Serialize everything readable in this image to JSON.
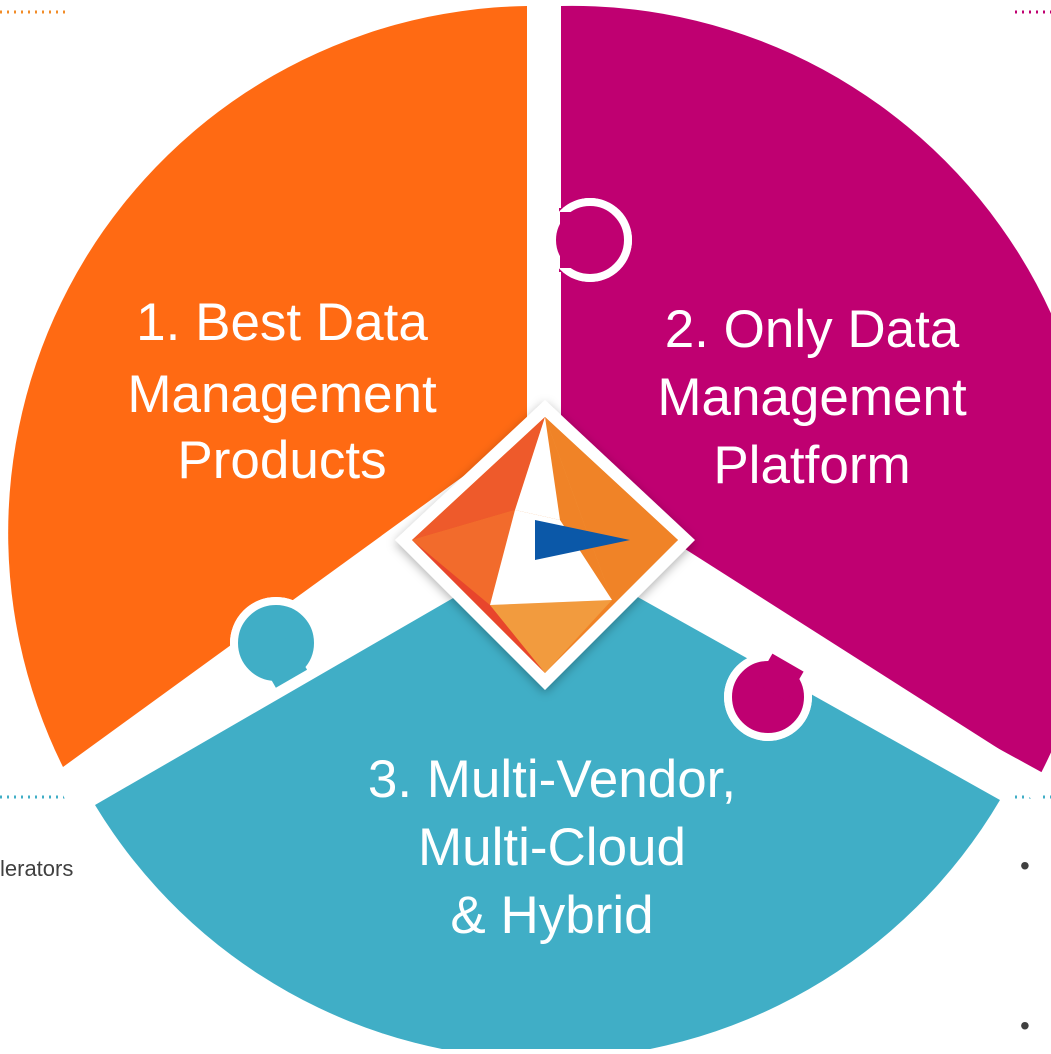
{
  "segments": [
    {
      "lines": [
        "1. Best Data",
        "Management",
        "Products"
      ],
      "color": "#FF6A13"
    },
    {
      "lines": [
        "2. Only Data",
        "Management",
        "Platform"
      ],
      "color": "#BF0071"
    },
    {
      "lines": [
        "3. Multi-Vendor,",
        "Multi-Cloud",
        "& Hybrid"
      ],
      "color": "#40AEC6"
    }
  ],
  "side_fragment": "lerators",
  "bullet_glyph": "•",
  "colors": {
    "dotted_orange": "#F28C28",
    "dotted_teal": "#40AEC6",
    "dotted_magenta": "#BF0071",
    "logo_orange": "#F08327",
    "logo_red": "#E8452C",
    "logo_blue": "#0B58A8"
  },
  "icon": "informatica-logo-icon"
}
